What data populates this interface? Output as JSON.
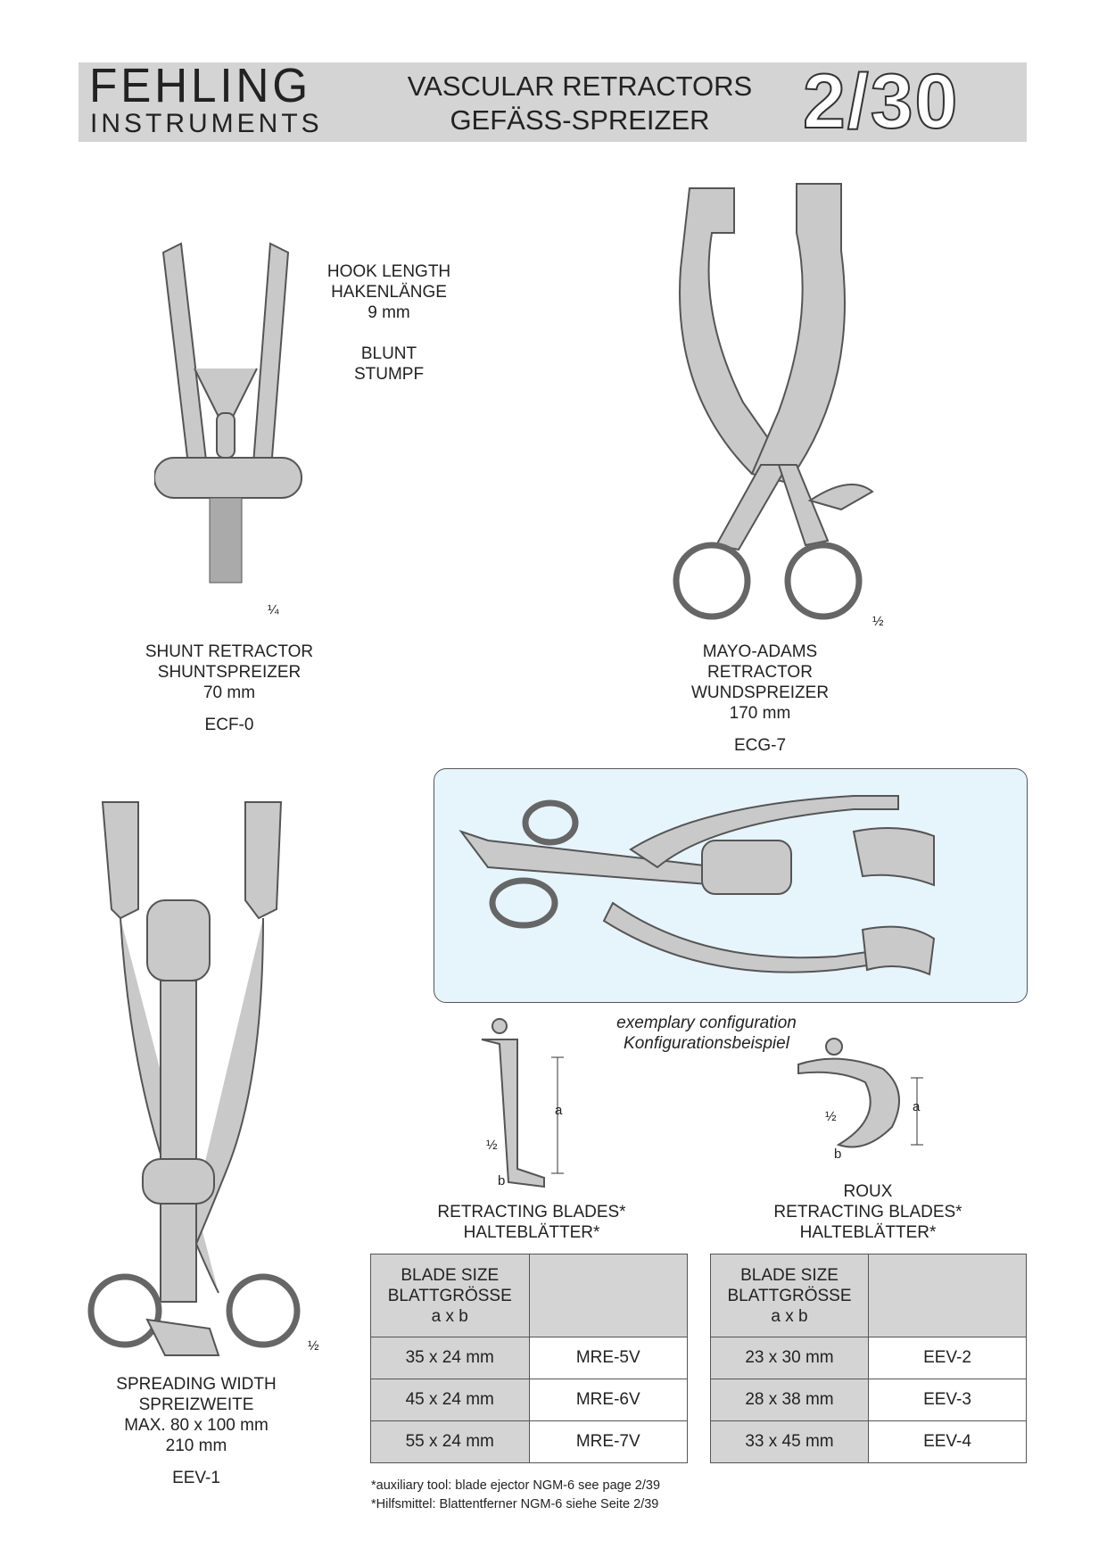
{
  "header": {
    "brand": "FEHLING",
    "brand_sub": "INSTRUMENTS",
    "title_en": "VASCULAR RETRACTORS",
    "title_de": "GEFÄSS-SPREIZER",
    "page": "2/30"
  },
  "products": {
    "shunt": {
      "spec": [
        "HOOK LENGTH",
        "HAKENLÄNGE",
        "9 mm"
      ],
      "tip": [
        "BLUNT",
        "STUMPF"
      ],
      "scale": "¼",
      "name_en": "SHUNT RETRACTOR",
      "name_de": "SHUNTSPREIZER",
      "length": "70 mm",
      "code": "ECF-0"
    },
    "mayo": {
      "scale": "½",
      "name_en": "MAYO-ADAMS",
      "name_en2": "RETRACTOR",
      "name_de": "WUNDSPREIZER",
      "length": "170 mm",
      "code": "ECG-7"
    },
    "spreader": {
      "scale": "½",
      "line1": "SPREADING WIDTH",
      "line2": "SPREIZWEITE",
      "line3": "MAX. 80 x 100 mm",
      "length": "210 mm",
      "code": "EEV-1"
    }
  },
  "config": {
    "en": "exemplary configuration",
    "de": "Konfigurationsbeispiel"
  },
  "blades": {
    "left": {
      "title_en": "RETRACTING BLADES*",
      "title_de": "HALTEBLÄTTER*",
      "scale": "½",
      "dim_a": "a",
      "dim_b": "b",
      "header": [
        "BLADE SIZE",
        "BLATTGRÖSSE",
        "a x b"
      ],
      "rows": [
        {
          "size": "35 x 24 mm",
          "code": "MRE-5V"
        },
        {
          "size": "45 x 24 mm",
          "code": "MRE-6V"
        },
        {
          "size": "55 x 24 mm",
          "code": "MRE-7V"
        }
      ]
    },
    "right": {
      "title0": "ROUX",
      "title_en": "RETRACTING BLADES*",
      "title_de": "HALTEBLÄTTER*",
      "scale": "½",
      "dim_a": "a",
      "dim_b": "b",
      "header": [
        "BLADE SIZE",
        "BLATTGRÖSSE",
        "a x b"
      ],
      "rows": [
        {
          "size": "23 x 30 mm",
          "code": "EEV-2"
        },
        {
          "size": "28 x 38 mm",
          "code": "EEV-3"
        },
        {
          "size": "33 x 45 mm",
          "code": "EEV-4"
        }
      ]
    }
  },
  "footnotes": [
    "*auxiliary tool: blade ejector NGM-6 see page 2/39",
    "*Hilfsmittel: Blattentferner NGM-6 siehe Seite 2/39"
  ]
}
